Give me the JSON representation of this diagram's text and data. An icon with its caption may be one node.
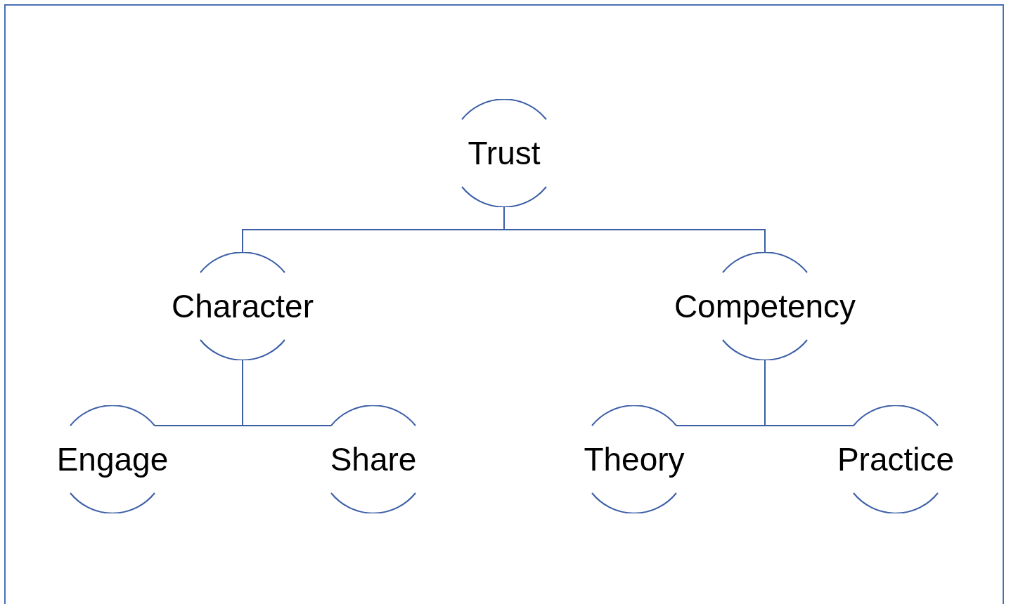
{
  "diagram": {
    "nodes": [
      {
        "text": [
          "Trust"
        ]
      },
      {
        "text": [
          "Character"
        ]
      },
      {
        "text": [
          "Competency"
        ]
      },
      {
        "text": [
          "Engage"
        ]
      },
      {
        "text": [
          "Share"
        ]
      },
      {
        "text": [
          "Theory"
        ]
      },
      {
        "text": [
          "Practice"
        ]
      }
    ],
    "edges": [
      {
        "from": 0,
        "to": 1,
        "arrow": "none"
      },
      {
        "from": 0,
        "to": 2,
        "arrow": "none"
      },
      {
        "from": 1,
        "to": 3,
        "arrow": "none"
      },
      {
        "from": 1,
        "to": 4,
        "arrow": "none"
      },
      {
        "from": 2,
        "to": 5,
        "arrow": "none"
      },
      {
        "from": 2,
        "to": 6,
        "arrow": "none"
      }
    ]
  }
}
